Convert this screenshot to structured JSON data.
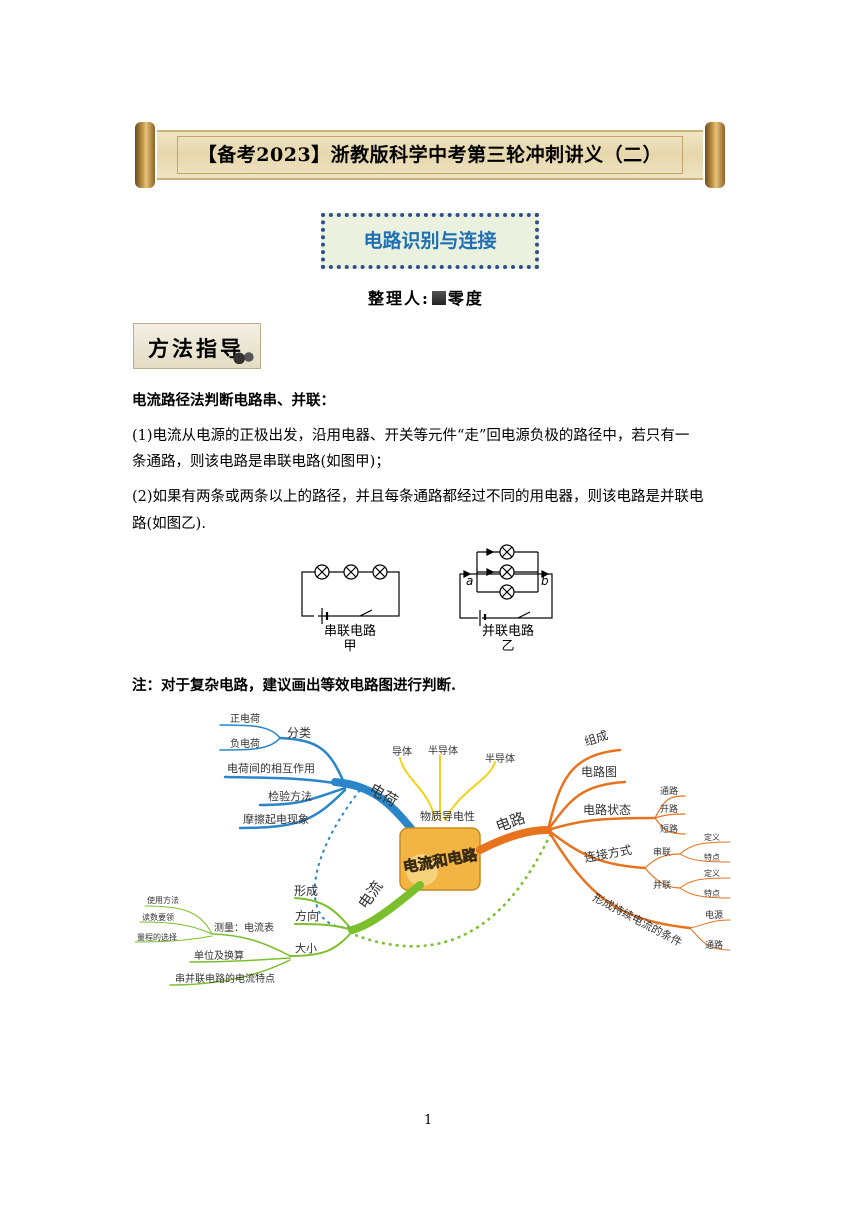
{
  "header": {
    "title": "【备考2023】浙教版科学中考第三轮冲刺讲义（二）"
  },
  "subtitle": "电路识别与连接",
  "editor": {
    "label": "整理人:",
    "name": "零度"
  },
  "section": "方法指导",
  "content": {
    "heading": "电流路径法判断电路串、并联：",
    "p1_line1": "(1)电流从电源的正极出发，沿用电器、开关等元件“走”回电源负极的路径中，若只有一",
    "p1_line2": "条通路，则该电路是串联电路(如图甲)；",
    "p2_line1": "(2)如果有两条或两条以上的路径，并且每条通路都经过不同的用电器，则该电路是并联电",
    "p2_line2": "路(如图乙).",
    "note": "注：对于复杂电路，建议画出等效电路图进行判断."
  },
  "circuits": {
    "series_label": "串联电路",
    "series_sub": "甲",
    "parallel_label": "并联电路",
    "parallel_sub": "乙",
    "node_a": "a",
    "node_b": "b"
  },
  "mindmap": {
    "center": "电流和电路",
    "charge": {
      "label": "电荷",
      "classify": "分类",
      "pos": "正电荷",
      "neg": "负电荷",
      "interaction": "电荷间的相互作用",
      "test": "检验方法",
      "friction": "摩擦起电现象"
    },
    "material": {
      "label": "物质导电性",
      "conductor": "导体",
      "semi1": "半导体",
      "semi2": "半导体"
    },
    "current": {
      "label": "电流",
      "form": "形成",
      "direction": "方向",
      "size": "大小",
      "measure": "测量：电流表",
      "use": "使用方法",
      "read": "读数要领",
      "range": "量程的选择",
      "unit": "单位及换算",
      "series_parallel": "串并联电路的电流特点"
    },
    "circuit": {
      "label": "电路",
      "compose": "组成",
      "diagram": "电路图",
      "state": "电路状态",
      "s1": "通路",
      "s2": "开路",
      "s3": "短路",
      "connect": "连接方式",
      "series": "串联",
      "parallel": "并联",
      "def": "定义",
      "feature": "特点",
      "continuous": "形成持续电流的条件",
      "source": "电源",
      "path": "通路"
    },
    "colors": {
      "charge": "#2a86c8",
      "current": "#7bbf2a",
      "circuit": "#e8731f",
      "material": "#f2d21b",
      "dotted": "#2a86c8"
    }
  },
  "page_number": "1"
}
